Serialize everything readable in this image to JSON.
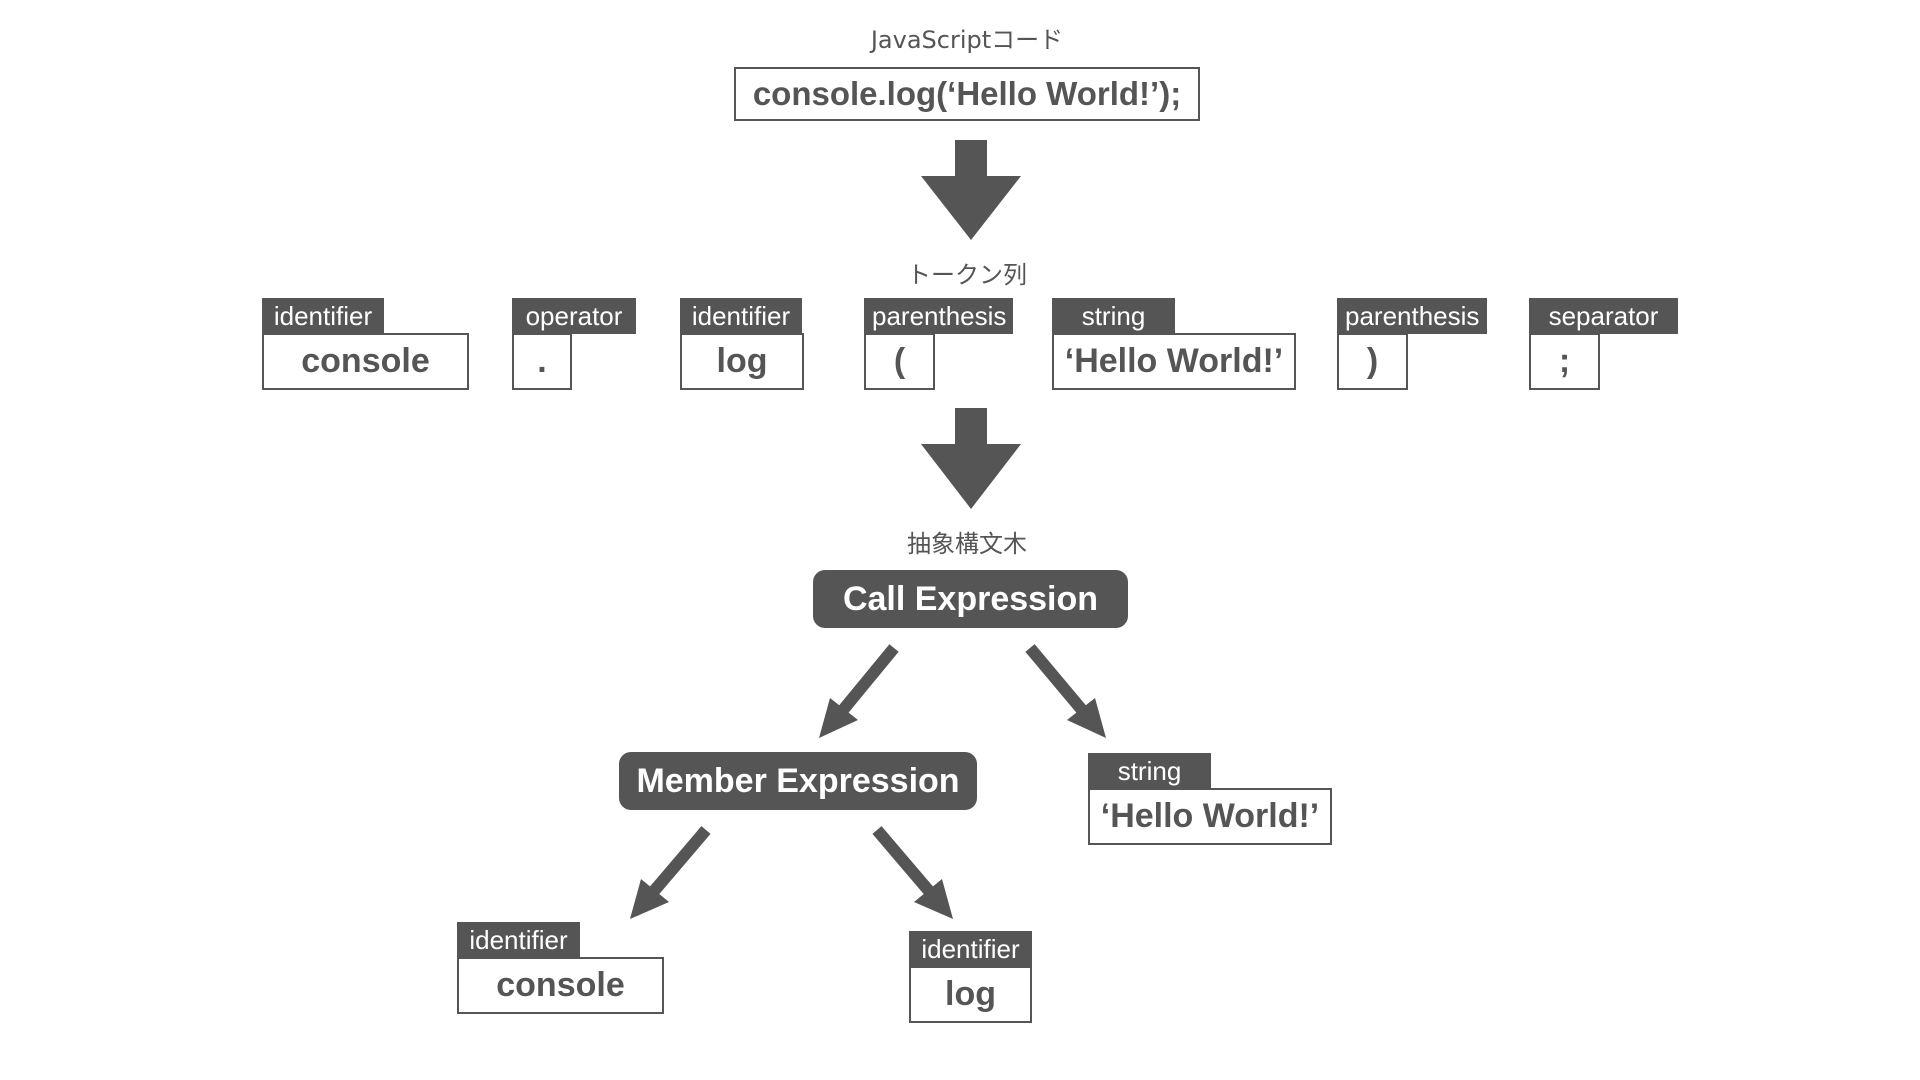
{
  "labels": {
    "code_title": "JavaScriptコード",
    "tokens_title": "トークン列",
    "ast_title": "抽象構文木"
  },
  "code": "console.log(‘Hello World!’);",
  "tokens": [
    {
      "type": "identifier",
      "value": "console"
    },
    {
      "type": "operator",
      "value": "."
    },
    {
      "type": "identifier",
      "value": "log"
    },
    {
      "type": "parenthesis",
      "value": "("
    },
    {
      "type": "string",
      "value": "‘Hello World!’"
    },
    {
      "type": "parenthesis",
      "value": ")"
    },
    {
      "type": "separator",
      "value": ";"
    }
  ],
  "ast": {
    "call_expression": "Call Expression",
    "member_expression": "Member Expression",
    "string_leaf": {
      "type": "string",
      "value": "‘Hello World!’"
    },
    "object_leaf": {
      "type": "identifier",
      "value": "console"
    },
    "property_leaf": {
      "type": "identifier",
      "value": "log"
    }
  },
  "colors": {
    "primary": "#555555",
    "background": "#ffffff"
  }
}
